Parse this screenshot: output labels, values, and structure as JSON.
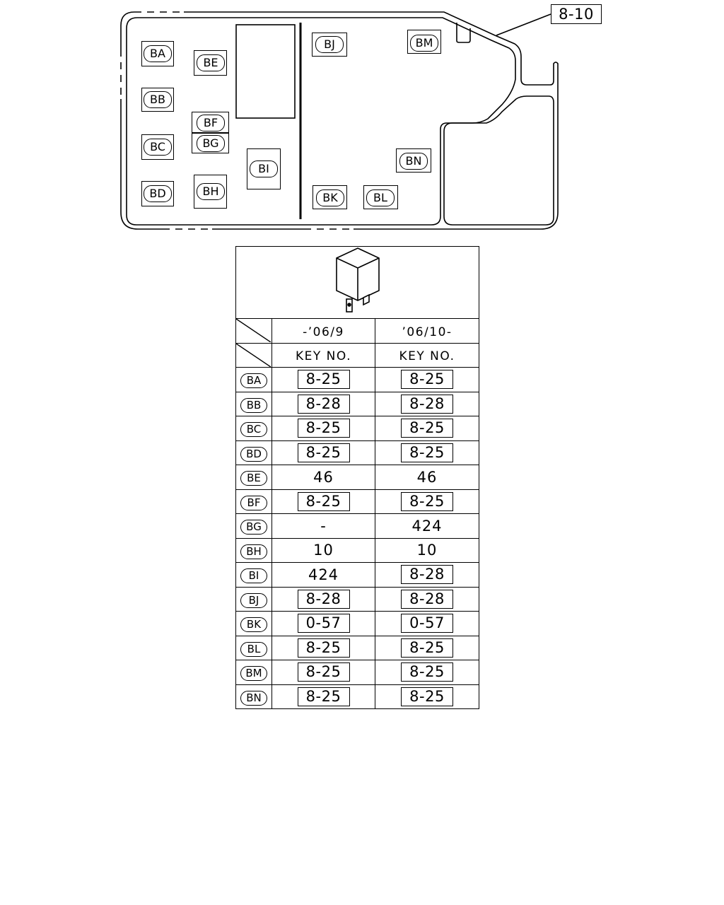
{
  "callout": "8-10",
  "connectors": {
    "BA": "BA",
    "BB": "BB",
    "BC": "BC",
    "BD": "BD",
    "BE": "BE",
    "BF": "BF",
    "BG": "BG",
    "BH": "BH",
    "BI": "BI",
    "BJ": "BJ",
    "BK": "BK",
    "BL": "BL",
    "BM": "BM",
    "BN": "BN"
  },
  "table": {
    "col_headers": [
      "-’06/9",
      "’06/10-"
    ],
    "sub_headers": [
      "KEY NO.",
      "KEY NO."
    ],
    "rows": [
      {
        "label": "BA",
        "v1": "8-25",
        "v1_boxed": true,
        "v2": "8-25",
        "v2_boxed": true
      },
      {
        "label": "BB",
        "v1": "8-28",
        "v1_boxed": true,
        "v2": "8-28",
        "v2_boxed": true
      },
      {
        "label": "BC",
        "v1": "8-25",
        "v1_boxed": true,
        "v2": "8-25",
        "v2_boxed": true
      },
      {
        "label": "BD",
        "v1": "8-25",
        "v1_boxed": true,
        "v2": "8-25",
        "v2_boxed": true
      },
      {
        "label": "BE",
        "v1": "46",
        "v1_boxed": false,
        "v2": "46",
        "v2_boxed": false
      },
      {
        "label": "BF",
        "v1": "8-25",
        "v1_boxed": true,
        "v2": "8-25",
        "v2_boxed": true
      },
      {
        "label": "BG",
        "v1": "-",
        "v1_boxed": false,
        "v2": "424",
        "v2_boxed": false
      },
      {
        "label": "BH",
        "v1": "10",
        "v1_boxed": false,
        "v2": "10",
        "v2_boxed": false
      },
      {
        "label": "BI",
        "v1": "424",
        "v1_boxed": false,
        "v2": "8-28",
        "v2_boxed": true
      },
      {
        "label": "BJ",
        "v1": "8-28",
        "v1_boxed": true,
        "v2": "8-28",
        "v2_boxed": true
      },
      {
        "label": "BK",
        "v1": "0-57",
        "v1_boxed": true,
        "v2": "0-57",
        "v2_boxed": true
      },
      {
        "label": "BL",
        "v1": "8-25",
        "v1_boxed": true,
        "v2": "8-25",
        "v2_boxed": true
      },
      {
        "label": "BM",
        "v1": "8-25",
        "v1_boxed": true,
        "v2": "8-25",
        "v2_boxed": true
      },
      {
        "label": "BN",
        "v1": "8-25",
        "v1_boxed": true,
        "v2": "8-25",
        "v2_boxed": true
      }
    ]
  }
}
